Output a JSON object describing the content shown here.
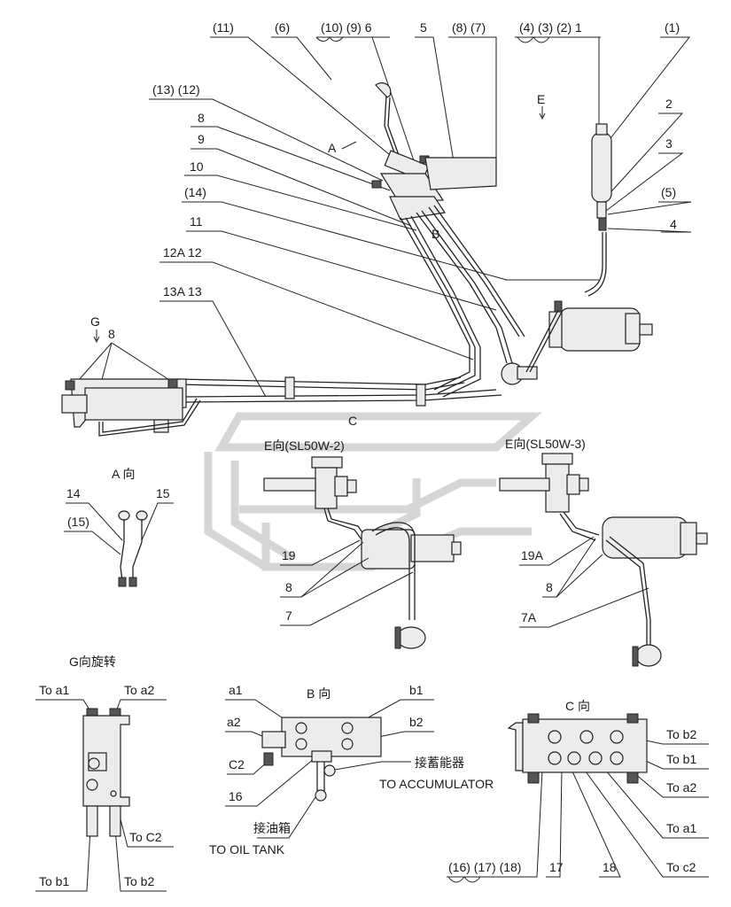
{
  "callouts_top": {
    "c11": "(11)",
    "c6": "(6)",
    "c10_9_6": "(10) (9) 6",
    "c5": "5",
    "c8_7": "(8) (7)",
    "c4_3_2_1": "(4) (3) (2) 1",
    "c1": "(1)",
    "c2": "2",
    "c3": "3",
    "c5p": "(5)",
    "c4": "4",
    "c13_12": "(13) (12)",
    "c8": "8",
    "c9": "9",
    "c10": "10",
    "c14": "(14)",
    "c11b": "11",
    "c12a_12": "12A 12",
    "c13a_13": "13A 13",
    "g": "G",
    "g8": "8",
    "a_arrow": "A",
    "e_arrow": "E",
    "b_mark": "B",
    "c_mark": "C"
  },
  "view_e2": {
    "title": "E向(SL50W-2)",
    "l19": "19",
    "l8": "8",
    "l7": "7"
  },
  "view_e3": {
    "title": "E向(SL50W-3)",
    "l19a": "19A",
    "l8": "8",
    "l7a": "7A"
  },
  "view_a": {
    "title": "A 向",
    "l14": "14",
    "l15": "15",
    "l15p": "(15)"
  },
  "view_g": {
    "title": "G向旋转",
    "to_a1": "To  a1",
    "to_a2": "To  a2",
    "to_c2": "To  C2",
    "to_b1": "To  b1",
    "to_b2": "To  b2"
  },
  "view_b": {
    "title": "B 向",
    "a1": "a1",
    "a2": "a2",
    "b1": "b1",
    "b2": "b2",
    "c2": "C2",
    "l16": "16",
    "accum_cn": "接蓄能器",
    "accum_en": "TO ACCUMULATOR",
    "tank_cn": "接油箱",
    "tank_en": "TO OIL TANK"
  },
  "view_c": {
    "title": "C 向",
    "to_b2": "To  b2",
    "to_b1": "To  b1",
    "to_a2": "To  a2",
    "to_a1": "To  a1",
    "to_c2": "To  c2",
    "l16_17_18": "(16) (17) (18)",
    "l17": "17",
    "l18": "18"
  }
}
